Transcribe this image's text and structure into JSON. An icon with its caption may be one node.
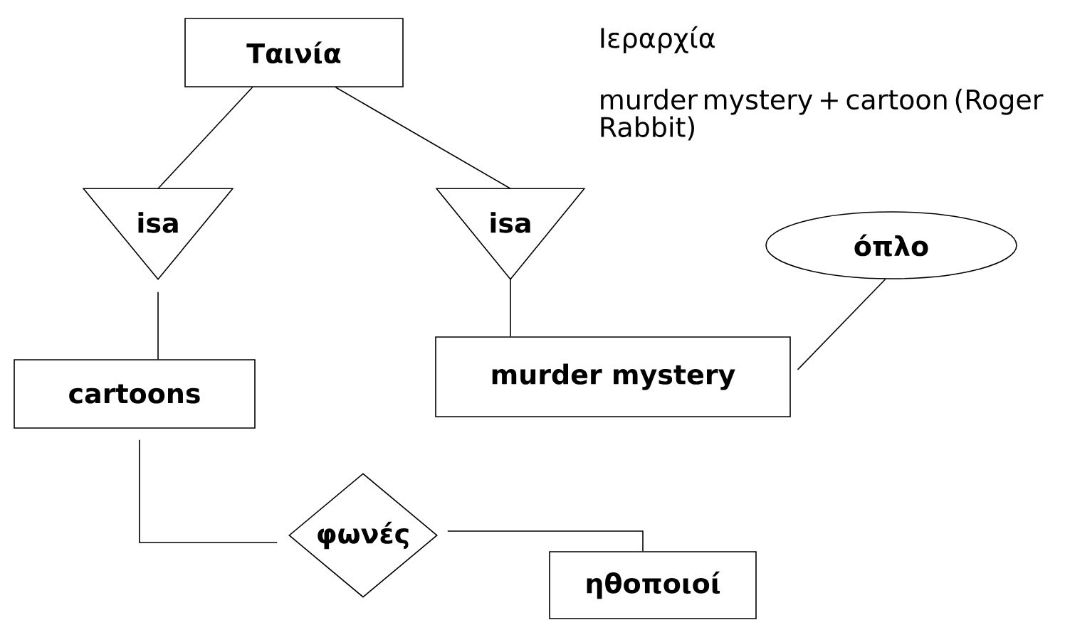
{
  "diagram": {
    "nodes": [
      {
        "text": [
          "Ταινία"
        ]
      },
      {
        "text": [
          "isa"
        ]
      },
      {
        "text": [
          "isa"
        ]
      },
      {
        "text": [
          "cartoons"
        ]
      },
      {
        "text": [
          "murder mystery"
        ]
      },
      {
        "text": [
          "όπλο"
        ]
      },
      {
        "text": [
          "φωνές"
        ]
      },
      {
        "text": [
          "ηθοποιοί"
        ]
      }
    ],
    "edges": [
      {
        "from": 0,
        "to": 1,
        "arrow": "none"
      },
      {
        "from": 0,
        "to": 2,
        "arrow": "none"
      },
      {
        "from": 1,
        "to": 3,
        "arrow": "none"
      },
      {
        "from": 2,
        "to": 4,
        "arrow": "none"
      },
      {
        "from": 5,
        "to": 4,
        "arrow": "none"
      },
      {
        "from": 3,
        "to": 6,
        "arrow": "none"
      },
      {
        "from": 6,
        "to": 7,
        "arrow": "none"
      }
    ],
    "labels": [
      "Ιεραρχία",
      "murder mystery + cartoon (Roger Rabbit)"
    ]
  }
}
